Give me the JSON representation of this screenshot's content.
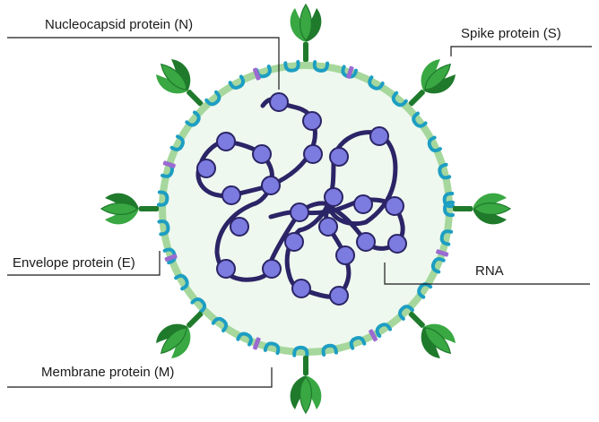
{
  "labels": {
    "nucleocapsid": "Nucleocapsid protein (N)",
    "spike": "Spike protein (S)",
    "envelope": "Envelope protein (E)",
    "rna": "RNA",
    "membrane": "Membrane protein (M)"
  },
  "colors": {
    "envelope_fill": "#eef8ee",
    "envelope_ring": "#a6d79c",
    "spike_dark": "#1f7a2c",
    "spike_light": "#39a843",
    "membrane_protein": "#1d9ec3",
    "envelope_protein": "#9b6bd1",
    "rna_strand": "#2b2466",
    "nucleocapsid_bead": "#7b7be0",
    "nucleocapsid_outline": "#2b2466"
  }
}
